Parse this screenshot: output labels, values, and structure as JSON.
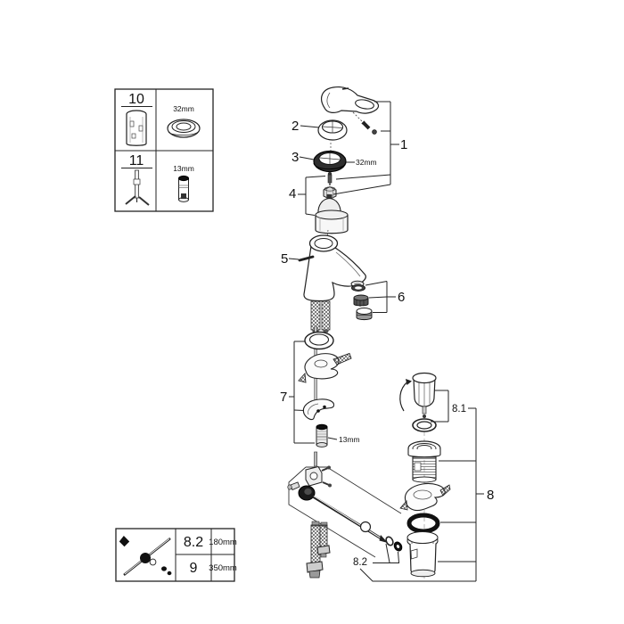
{
  "legend_tools": {
    "rows": [
      {
        "item": "10",
        "size": "32mm"
      },
      {
        "item": "11",
        "size": "13mm"
      }
    ]
  },
  "legend_lengths": {
    "rows": [
      {
        "item": "8.2",
        "length": "180mm"
      },
      {
        "item": "9",
        "length": "350mm"
      }
    ]
  },
  "callouts": {
    "n1": "1",
    "n2": "2",
    "n3": "3",
    "n4": "4",
    "n5": "5",
    "n6": "6",
    "n7": "7",
    "n8": "8",
    "n8_1": "8.1",
    "n8_2": "8.2"
  },
  "dims": {
    "ring": "32mm",
    "stud": "13mm"
  },
  "colors": {
    "line": "#222222",
    "dark_part": "#1a1a1a",
    "mid_part": "#555555",
    "background": "#ffffff"
  }
}
